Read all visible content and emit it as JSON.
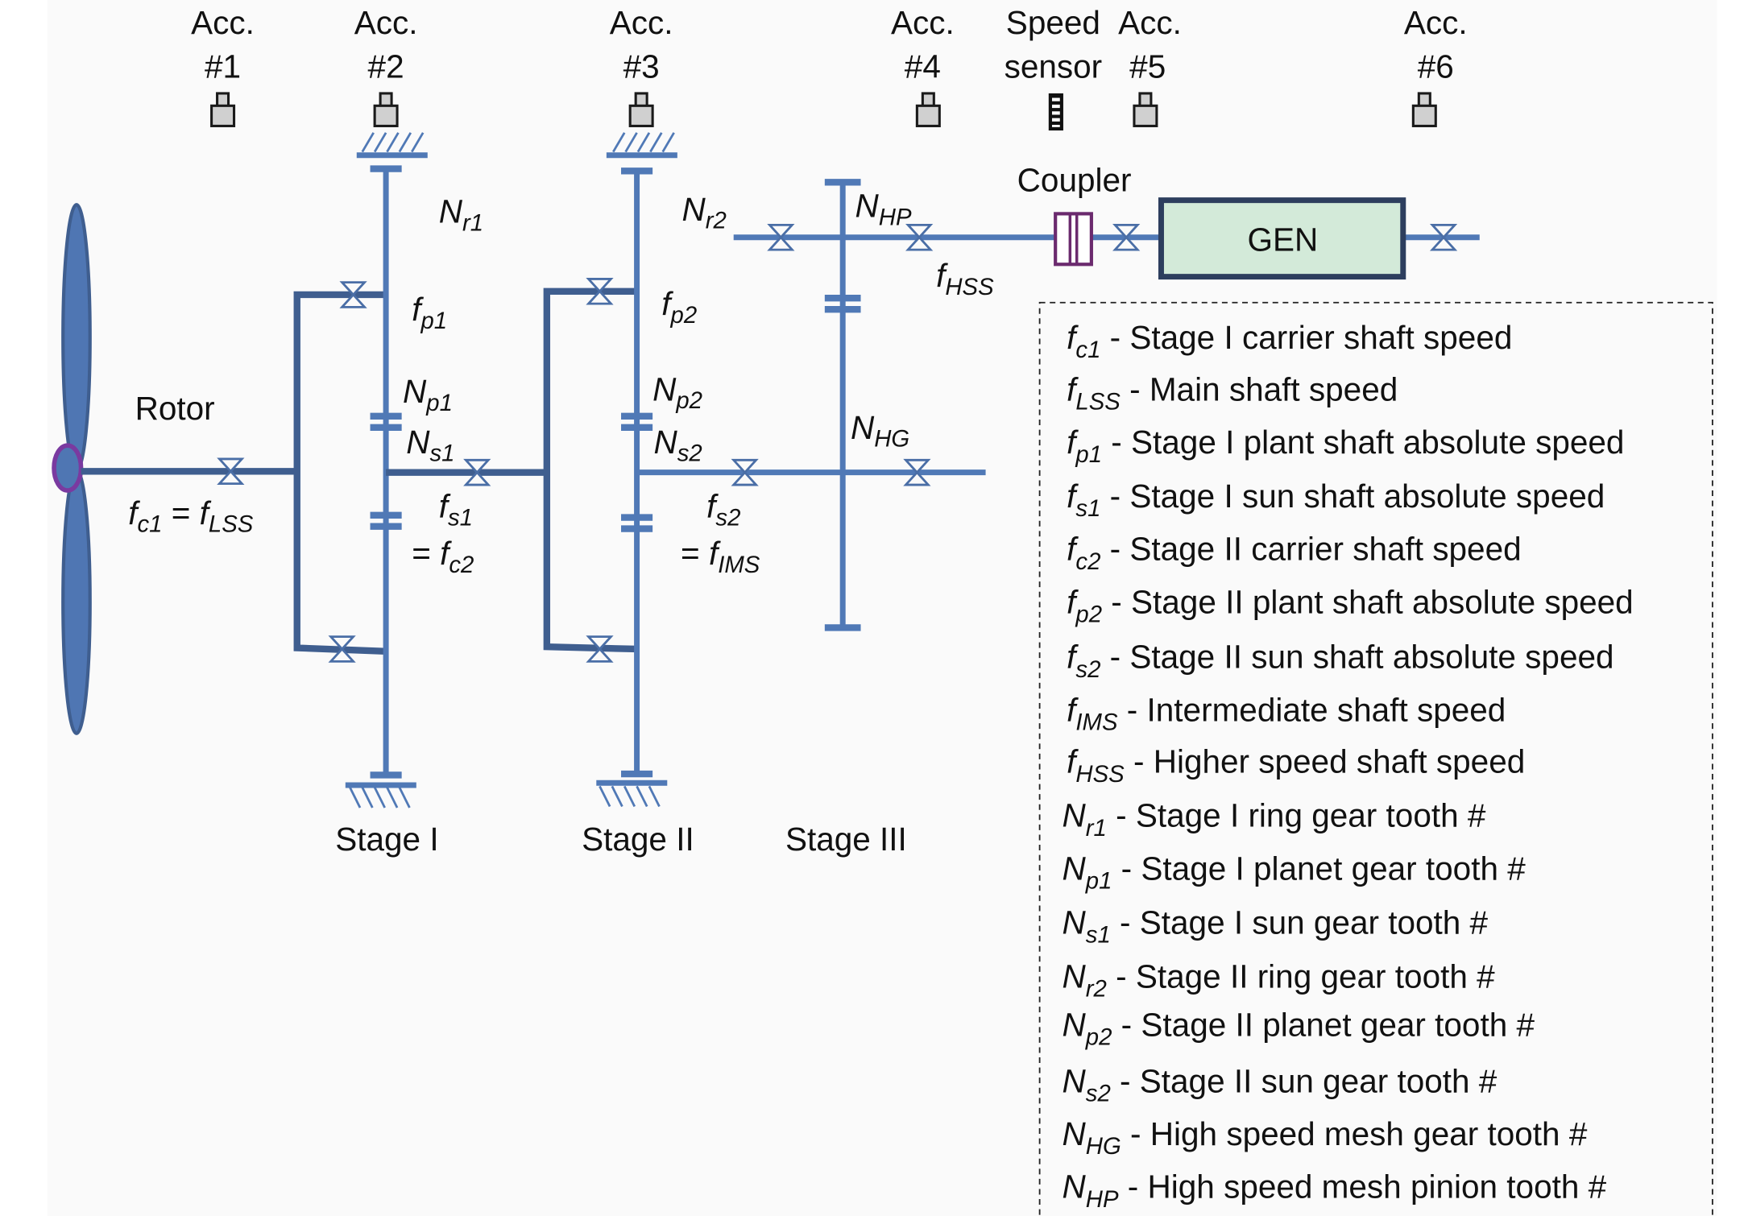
{
  "figure": {
    "sensors": [
      {
        "id": "acc1",
        "line1": "Acc.",
        "line2": "#1",
        "type": "accelerometer"
      },
      {
        "id": "acc2",
        "line1": "Acc.",
        "line2": "#2",
        "type": "accelerometer"
      },
      {
        "id": "acc3",
        "line1": "Acc.",
        "line2": "#3",
        "type": "accelerometer"
      },
      {
        "id": "acc4",
        "line1": "Acc.",
        "line2": "#4",
        "type": "accelerometer"
      },
      {
        "id": "speed",
        "line1": "Speed",
        "line2": "sensor",
        "type": "speed-sensor"
      },
      {
        "id": "acc5",
        "line1": "Acc.",
        "line2": "#5",
        "type": "accelerometer"
      },
      {
        "id": "acc6",
        "line1": "Acc.",
        "line2": "#6",
        "type": "accelerometer"
      }
    ],
    "components": {
      "rotor": "Rotor",
      "coupler": "Coupler",
      "generator": "GEN"
    },
    "stages": [
      "Stage I",
      "Stage II",
      "Stage III"
    ],
    "symbols": {
      "fc1_lss": {
        "main1": "f",
        "sub1": "c1",
        "eq": " = ",
        "main2": "f",
        "sub2": "LSS"
      },
      "nr1": {
        "main": "N",
        "sub": "r1"
      },
      "fp1": {
        "main": "f",
        "sub": "p1"
      },
      "np1": {
        "main": "N",
        "sub": "p1"
      },
      "ns1": {
        "main": "N",
        "sub": "s1"
      },
      "fs1": {
        "main": "f",
        "sub": "s1"
      },
      "fc2": {
        "eq": "= ",
        "main": "f",
        "sub": "c2"
      },
      "nr2": {
        "main": "N",
        "sub": "r2"
      },
      "fp2": {
        "main": "f",
        "sub": "p2"
      },
      "np2": {
        "main": "N",
        "sub": "p2"
      },
      "ns2": {
        "main": "N",
        "sub": "s2"
      },
      "fs2": {
        "main": "f",
        "sub": "s2"
      },
      "fims": {
        "eq": "= ",
        "main": "f",
        "sub": "IMS"
      },
      "nhp": {
        "main": "N",
        "sub": "HP"
      },
      "fhss": {
        "main": "f",
        "sub": "HSS"
      },
      "nhg": {
        "main": "N",
        "sub": "HG"
      }
    },
    "colors": {
      "shaft": "#5079b6",
      "carrier": "#3f5e8f",
      "coupler": "#6b2a6e",
      "generator_fill": "#d3ead9",
      "generator_border": "#2d3e5e",
      "rotor_hub": "#7a3aa0",
      "background": "#fafafa"
    }
  },
  "legend": [
    {
      "main": "f",
      "sub": "c1",
      "desc": " - Stage I carrier shaft speed"
    },
    {
      "main": "f",
      "sub": "LSS",
      "desc": " - Main shaft speed"
    },
    {
      "main": "f",
      "sub": "p1",
      "desc": " - Stage I plant shaft absolute speed"
    },
    {
      "main": "f",
      "sub": "s1",
      "desc": " - Stage I sun shaft absolute speed"
    },
    {
      "main": "f",
      "sub": "c2",
      "desc": " - Stage II carrier shaft speed"
    },
    {
      "main": "f",
      "sub": "p2",
      "desc": " - Stage II plant shaft absolute speed"
    },
    {
      "main": "f",
      "sub": "s2",
      "desc": " - Stage II sun shaft absolute speed"
    },
    {
      "main": "f",
      "sub": "IMS",
      "desc": " - Intermediate shaft speed"
    },
    {
      "main": "f",
      "sub": "HSS",
      "desc": " - Higher speed shaft speed"
    },
    {
      "main": "N",
      "sub": "r1",
      "desc": " - Stage I ring gear tooth #"
    },
    {
      "main": "N",
      "sub": "p1",
      "desc": " - Stage I planet gear tooth #"
    },
    {
      "main": "N",
      "sub": "s1",
      "desc": " - Stage I sun gear tooth #"
    },
    {
      "main": "N",
      "sub": "r2",
      "desc": " - Stage II ring gear tooth #"
    },
    {
      "main": "N",
      "sub": "p2",
      "desc": " - Stage II planet gear tooth #"
    },
    {
      "main": "N",
      "sub": "s2",
      "desc": " - Stage II sun gear tooth #"
    },
    {
      "main": "N",
      "sub": "HG",
      "desc": " - High speed mesh gear tooth #"
    },
    {
      "main": "N",
      "sub": "HP",
      "desc": " - High speed mesh pinion tooth #"
    }
  ]
}
